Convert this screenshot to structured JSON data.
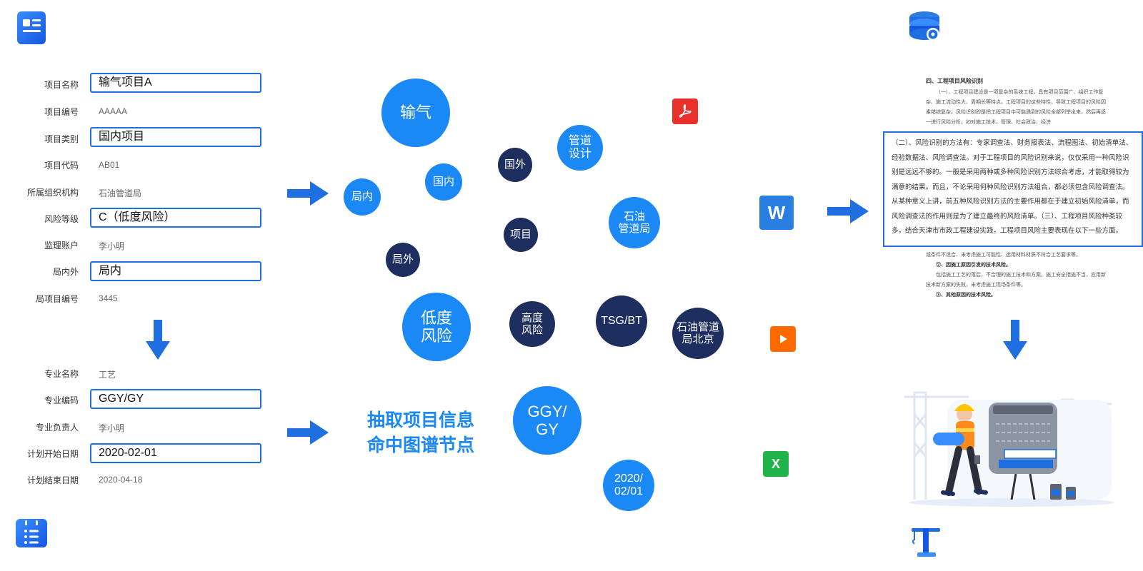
{
  "form_top": [
    {
      "label": "项目名称",
      "value": "输气项目A",
      "boxed": true
    },
    {
      "label": "项目编号",
      "value": "AAAAA",
      "boxed": false
    },
    {
      "label": "项目类别",
      "value": "国内项目",
      "boxed": true
    },
    {
      "label": "项目代码",
      "value": "AB01",
      "boxed": false
    },
    {
      "label": "所属组织机构",
      "value": "石油管道局",
      "boxed": false
    },
    {
      "label": "风险等级",
      "value": "C（低度风险）",
      "boxed": true
    },
    {
      "label": "监理账户",
      "value": "李小明",
      "boxed": false
    },
    {
      "label": "局内外",
      "value": "局内",
      "boxed": true
    },
    {
      "label": "局项目编号",
      "value": "3445",
      "boxed": false
    }
  ],
  "form_bottom": [
    {
      "label": "专业名称",
      "value": "工艺",
      "boxed": false
    },
    {
      "label": "专业编码",
      "value": "GGY/GY",
      "boxed": true
    },
    {
      "label": "专业负责人",
      "value": "李小明",
      "boxed": false
    },
    {
      "label": "计划开始日期",
      "value": "2020-02-01",
      "boxed": true
    },
    {
      "label": "计划结束日期",
      "value": "2020-04-18",
      "boxed": false
    }
  ],
  "graph_nodes": [
    {
      "label": "输气",
      "style": "light"
    },
    {
      "label": "局内",
      "style": "light"
    },
    {
      "label": "国内",
      "style": "light"
    },
    {
      "label": "国外",
      "style": "dark"
    },
    {
      "label": "管道\n设计",
      "style": "light"
    },
    {
      "label": "项目",
      "style": "dark"
    },
    {
      "label": "石油\n管道局",
      "style": "light"
    },
    {
      "label": "局外",
      "style": "dark"
    },
    {
      "label": "低度\n风险",
      "style": "light"
    },
    {
      "label": "高度\n风险",
      "style": "dark"
    },
    {
      "label": "TSG/BT",
      "style": "dark"
    },
    {
      "label": "石油管道\n局北京",
      "style": "dark"
    },
    {
      "label": "GGY/\nGY",
      "style": "light"
    },
    {
      "label": "2020/\n02/01",
      "style": "light"
    }
  ],
  "caption": {
    "line1": "抽取项目信息",
    "line2": "命中图谱节点"
  },
  "file_icons": {
    "pdf_glyph": "",
    "word_letter": "W",
    "video_glyph": "",
    "excel_letter": "X"
  },
  "colors": {
    "light_node": "#1a88f5",
    "dark_node": "#1e2e5e",
    "accent": "#1f6fe0",
    "pdf": "#e8312a",
    "word": "#2a7de1",
    "video": "#ff6a00",
    "excel": "#21b34a"
  },
  "document": {
    "heading": "四、工程项目风险识别",
    "para1": "（一）、工程项目建设是一项复杂的系统工程，具有项目范围广、组织工作复杂、施工流动性大、周期长等特点。工程项目的这些特性，导致工程项目的风险因素错综复杂。风险识别即是把工程项目中可能遇到的风险全部列举出来，然后再逐一进行风险分析。如对施工技术、管理、社会政治、经济",
    "highlight": "（二）、风险识别的方法有：专家调查法、财务报表法、流程图法、初始清单法、经验数据法、风险调查法。对于工程项目的风险识别来说，仅仅采用一种风险识别是远远不够的。一般是采用两种或多种风险识别方法综合考虑，才能取得较为满意的结果。而且，不论采用何种风险识别方法组合，都必须包含风险调查法。从某种意义上讲，前五种风险识别方法的主要作用都在于建立初始风险清单，而风险调查法的作用则是为了建立最终的风险清单。（三）、工程项目风险种类较多，结合天津市市政工程建设实践，工程项目风险主要表现在以下一些方面。",
    "para2a": "或条件不适合、未考虑施工可能性、选用材料材质不符合工艺要求等。",
    "para2b": "②、因施工原因引发的技术风险。",
    "para2c": "包括施工工艺的落后，不合理的施工技术和方案，施工安全措施不当，应用新技术新方案的失败，未考虑施工现场条件等。",
    "para2d": "③、其他原因的技术风险。"
  }
}
